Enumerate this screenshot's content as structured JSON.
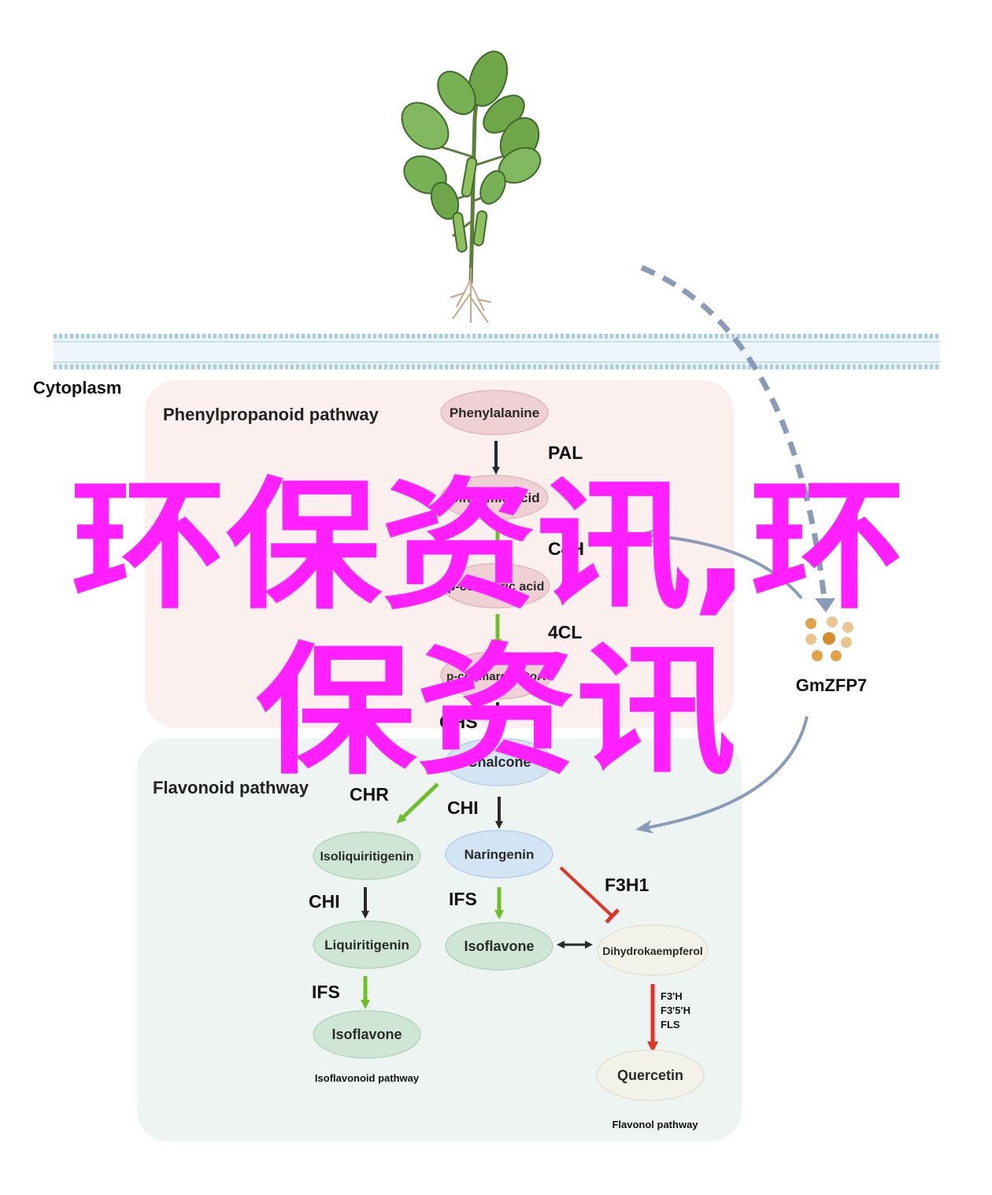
{
  "regions": {
    "cytoplasm": "Cytoplasm",
    "phenylpropanoid": "Phenylpropanoid pathway",
    "flavonoid": "Flavonoid pathway"
  },
  "metabolites": {
    "phenylalanine": "Phenylalanine",
    "cinnamic_acid": "Cinnamic acid",
    "coumaric_acid": "p-coumaric acid",
    "coumaroyl_coa": "p-coumaroyl-CoA",
    "chalcone": "Chalcone",
    "isoliquiritigenin": "Isoliquiritigenin",
    "naringenin": "Naringenin",
    "liquiritigenin": "Liquiritigenin",
    "isoflavone_left": "Isoflavone",
    "isoflavone_mid": "Isoflavone",
    "dihydrokaempferol": "Dihydrokaempferol",
    "quercetin": "Quercetin"
  },
  "enzymes": {
    "pal": "PAL",
    "c4h": "C4H",
    "fourcl": "4CL",
    "chs": "CHS",
    "chr": "CHR",
    "chi_mid": "CHI",
    "chi_left": "CHI",
    "ifs_mid": "IFS",
    "ifs_left": "IFS",
    "f3h1": "F3H1",
    "f3prime_h": "F3'H",
    "f35prime_h": "F3'5'H",
    "fls": "FLS"
  },
  "factor": {
    "name": "GmZFP7"
  },
  "sub_pathways": {
    "isoflavonoid": "Isoflavonoid pathway",
    "flavonol": "Flavonol pathway"
  },
  "watermark": {
    "line1": "环保资讯,环",
    "line2": "保资讯"
  },
  "colors": {
    "phenyl_bg": "#fbf0ee",
    "flavonoid_bg": "#eef4f2",
    "node_green": "#cfe6d7",
    "node_pink": "#efd0d4",
    "node_blue": "#d3e4f4",
    "node_beige": "#f2f2ea",
    "arrow_green": "#6fbf2a",
    "arrow_red": "#e53227",
    "arrow_blue": "#8a9bb8",
    "membrane": "#a8cce8",
    "watermark": "#ff1fff"
  }
}
